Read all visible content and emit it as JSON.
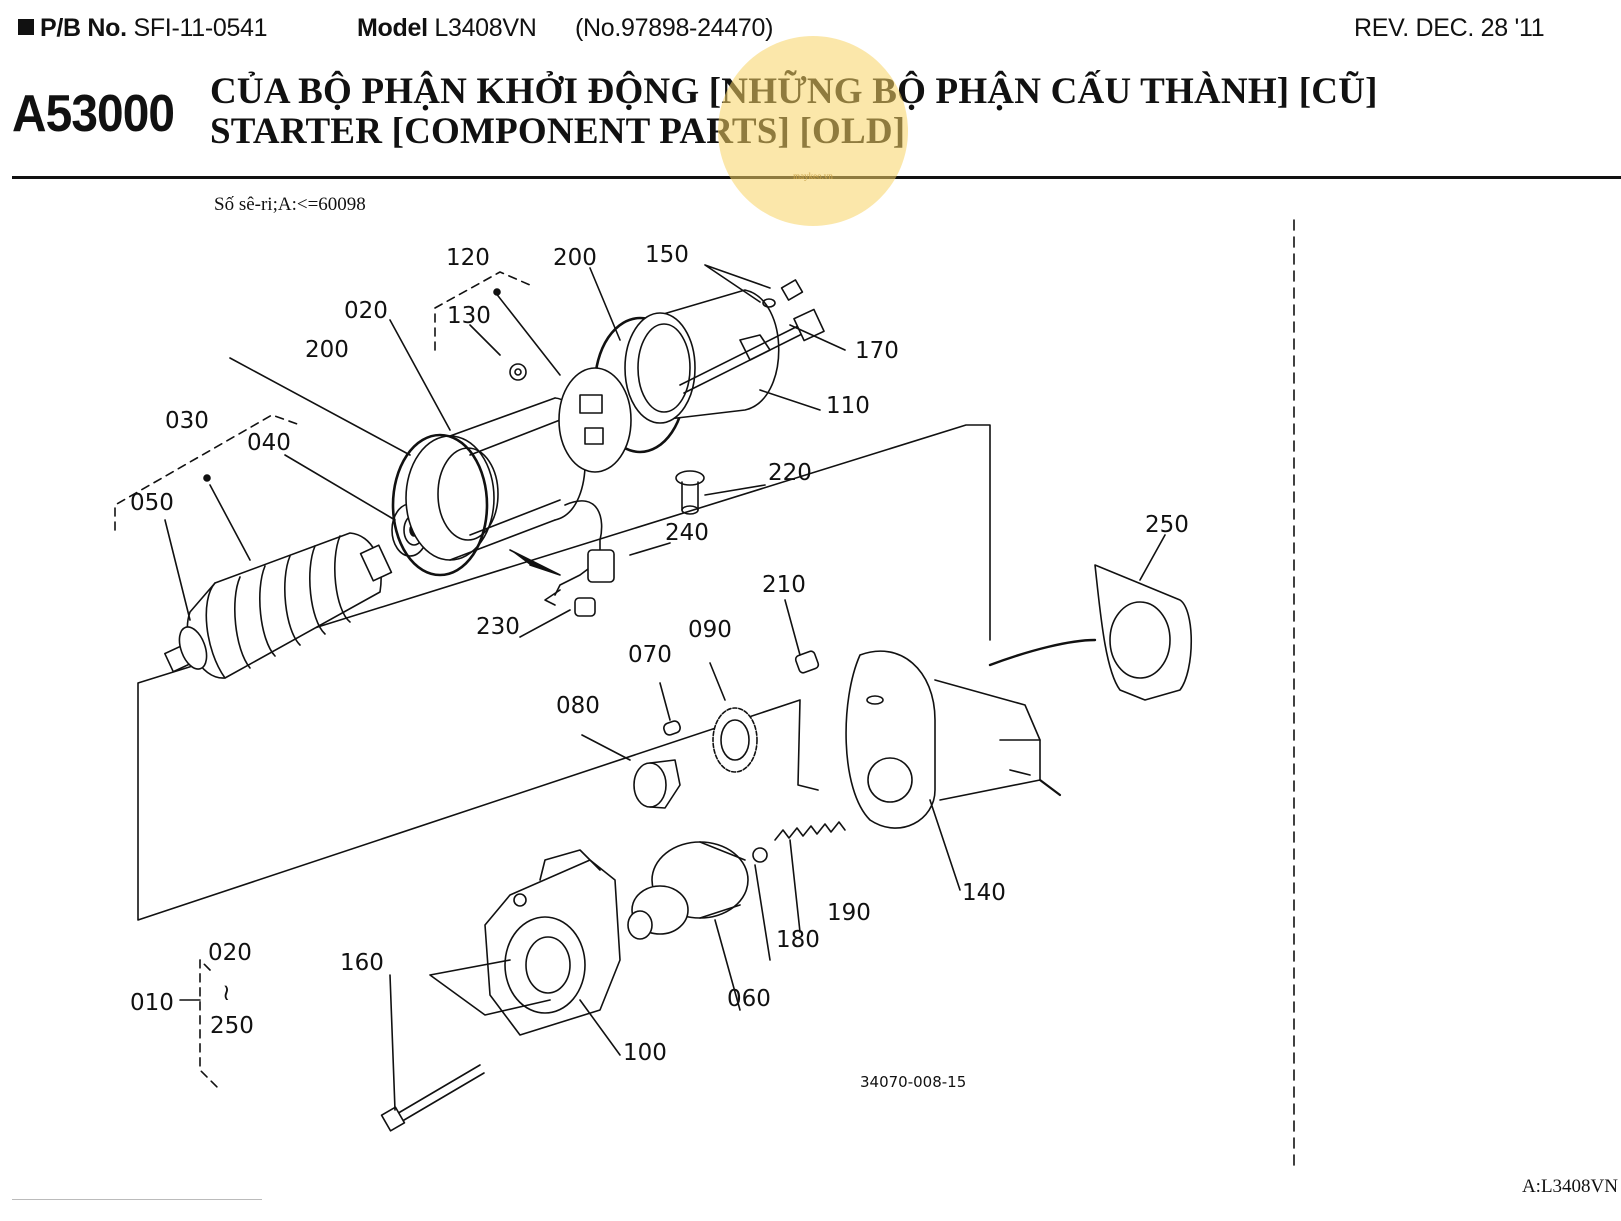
{
  "header": {
    "pb_label": "P/B No.",
    "pb_value": "SFI-11-0541",
    "model_label": "Model",
    "model_value": "L3408VN",
    "model_no": "(No.97898-24470)",
    "revision": "REV. DEC. 28 '11"
  },
  "section": {
    "code": "A53000",
    "title_vi": "CỦA BỘ PHẬN KHỞI ĐỘNG [NHỮNG BỘ PHẬN CẤU THÀNH] [CŨ]",
    "title_en": "STARTER [COMPONENT PARTS] [OLD]"
  },
  "serial_note": "Số sê-ri;A:<=60098",
  "watermark": {
    "text": "maykeo.vn"
  },
  "diagram": {
    "labels": {
      "p010": "010",
      "p020": "020",
      "p020b": "020",
      "p030": "030",
      "p040": "040",
      "p050": "050",
      "p060": "060",
      "p070": "070",
      "p080": "080",
      "p090": "090",
      "p100": "100",
      "p110": "110",
      "p120": "120",
      "p130": "130",
      "p140": "140",
      "p150": "150",
      "p160": "160",
      "p170": "170",
      "p180": "180",
      "p190": "190",
      "p200a": "200",
      "p200b": "200",
      "p210": "210",
      "p220": "220",
      "p230": "230",
      "p240": "240",
      "p250": "250",
      "p250b": "250",
      "tilde": "≀"
    },
    "drawing_no": "34070-008-15"
  },
  "footer": {
    "model_ref": "A:L3408VN"
  }
}
